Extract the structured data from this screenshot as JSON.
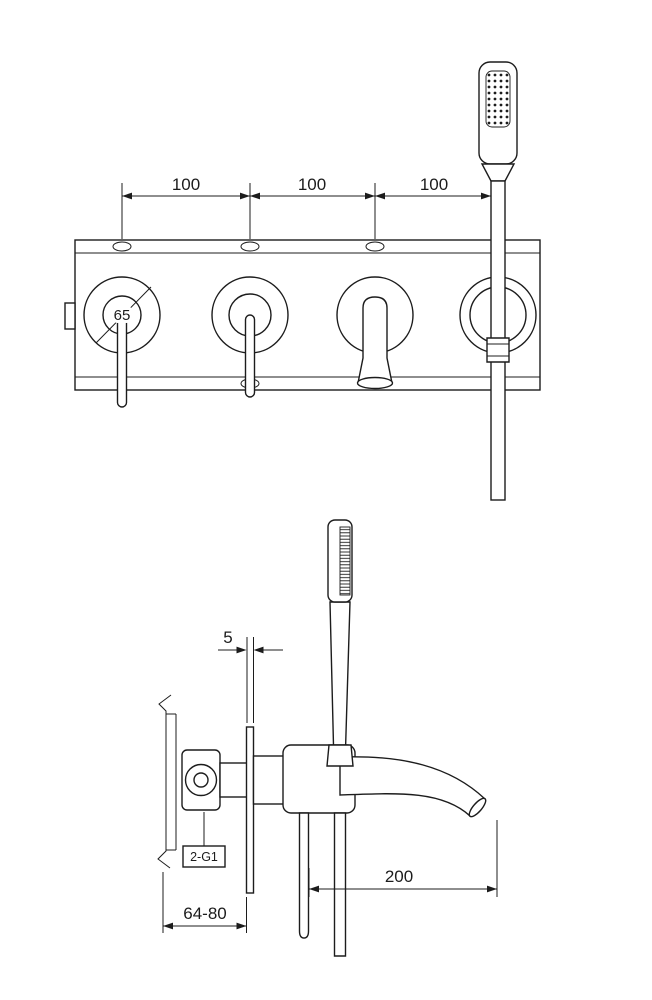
{
  "page": {
    "background": "#ffffff",
    "line_color": "#1c1c1c"
  },
  "front_view": {
    "dimensions": {
      "spacing_1": "100",
      "spacing_2": "100",
      "spacing_3": "100",
      "handle_diameter": "65"
    }
  },
  "side_view": {
    "dimensions": {
      "plate_thickness": "5",
      "spout_reach": "200",
      "installation_depth": "64-80"
    },
    "labels": {
      "connection_thread": "2-G1"
    }
  }
}
